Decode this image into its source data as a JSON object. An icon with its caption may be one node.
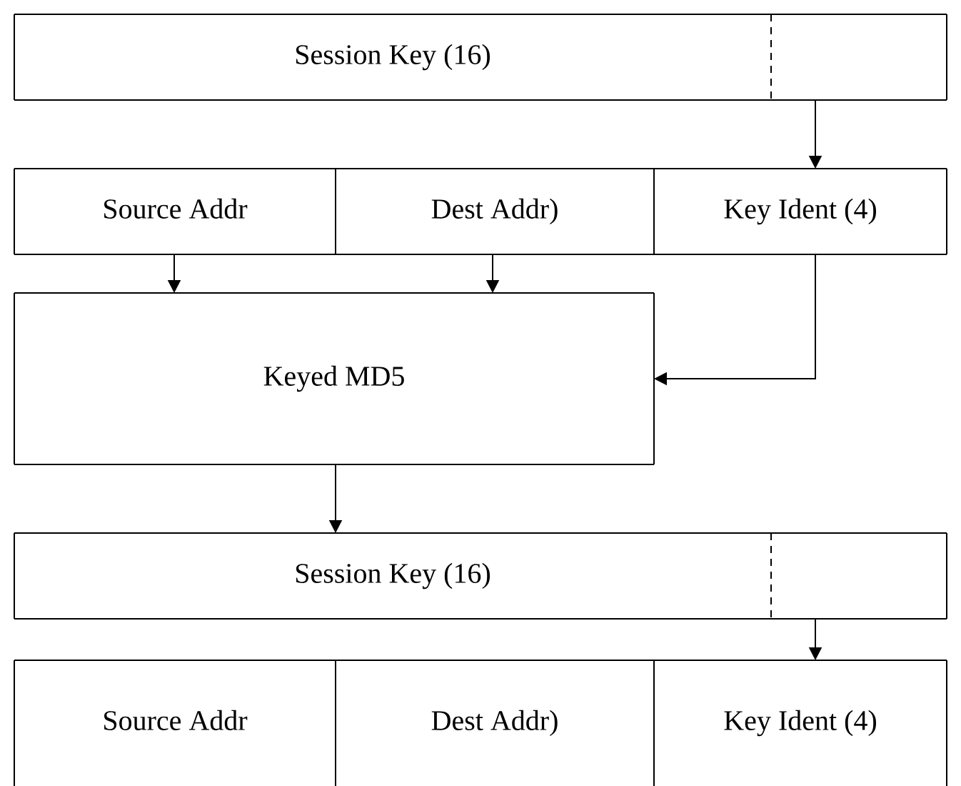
{
  "diagram": {
    "nodes": [
      {
        "text": [
          "Session Key (16)"
        ]
      },
      {
        "text": [],
        "shape": "box"
      },
      {
        "text": [
          "Source Addr"
        ]
      },
      {
        "text": [
          "Dest Addr)"
        ]
      },
      {
        "text": [
          "Key Ident (4)"
        ]
      },
      {
        "text": [
          "Keyed MD5"
        ]
      },
      {
        "text": [
          "Session Key (16)"
        ]
      },
      {
        "text": [],
        "shape": "box"
      },
      {
        "text": [
          "Source Addr"
        ]
      },
      {
        "text": [
          "Dest Addr)"
        ]
      },
      {
        "text": [
          "Key Ident (4)"
        ]
      }
    ],
    "edges": [
      {
        "from": 1,
        "to": 4,
        "arrow": "to"
      },
      {
        "from": 2,
        "to": 5,
        "arrow": "to"
      },
      {
        "from": 3,
        "to": 5,
        "arrow": "to"
      },
      {
        "from": 4,
        "to": 5,
        "arrow": "to"
      },
      {
        "from": 5,
        "to": 6,
        "arrow": "to"
      },
      {
        "from": 7,
        "to": 10,
        "arrow": "to"
      }
    ]
  }
}
